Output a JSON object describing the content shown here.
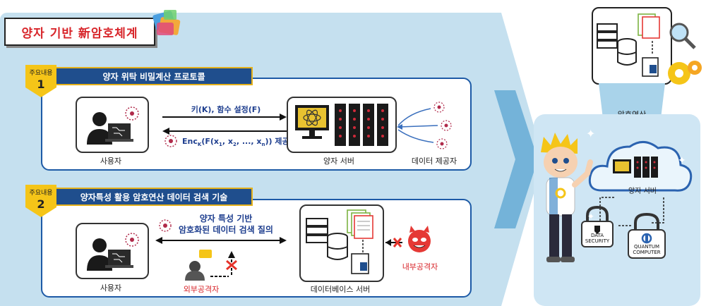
{
  "title": "양자 기반 新암호체계",
  "section1": {
    "badge_label": "주요내용",
    "badge_num": "1",
    "header": "양자 위탁 비밀계산 프로토콜",
    "arrow_right_label": "키(K), 함수 설정(F)",
    "arrow_left_prefix": "Enc",
    "arrow_left_sub": "K",
    "arrow_left_body": "(F(x",
    "arrow_left_sub1": "1",
    "arrow_left_mid1": ", x",
    "arrow_left_sub2": "2",
    "arrow_left_mid2": ", ..., x",
    "arrow_left_sub3": "n",
    "arrow_left_end": ")) 제공",
    "user_label": "사용자",
    "server_label": "양자 서버",
    "provider_label": "데이터 제공자"
  },
  "section2": {
    "badge_label": "주요내용",
    "badge_num": "2",
    "header": "양자특성 활용 암호연산 데이터 검색 기술",
    "query_line1": "양자 특성 기반",
    "query_line2": "암호화된 데이터 검색 질의",
    "user_label": "사용자",
    "attacker_out_label": "외부공격자",
    "db_label": "데이터베이스 서버",
    "attacker_in_label": "내부공격자"
  },
  "right": {
    "compute_label": "암호연산",
    "cloud_label": "양자 서버",
    "lock1_line1": "DATA",
    "lock1_line2": "SECURITY",
    "lock2_line1": "QUANTUM",
    "lock2_line2": "COMPUTER"
  },
  "colors": {
    "panel_bg": "#c5e0ef",
    "section_border": "#1d5aa6",
    "header_bg": "#1f4e8d",
    "badge": "#f5c518",
    "title_red": "#d8262b",
    "cross_red": "#e5332a"
  }
}
